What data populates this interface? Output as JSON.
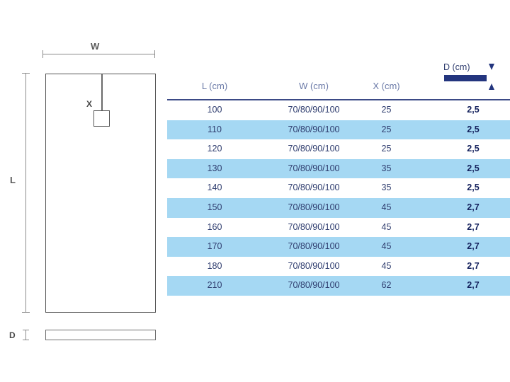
{
  "drawing": {
    "width_label": "W",
    "length_label": "L",
    "drain_label": "X",
    "depth_label": "D",
    "line_color": "#8a8a8a",
    "outline_color": "#555555"
  },
  "legend": {
    "depth_label": "D (cm)",
    "bar_color": "#23357e",
    "arrow_up_icon": "arrow-up-icon",
    "arrow_down_icon": "arrow-down-icon"
  },
  "table": {
    "header_rule_color": "#3b4a86",
    "alt_row_color": "#a5d8f3",
    "header_text_color": "#6c7ba8",
    "value_text_color": "#2e3c6e",
    "columns": [
      "L (cm)",
      "W (cm)",
      "X (cm)",
      "D (cm)"
    ],
    "rows": [
      {
        "l": "100",
        "w": "70/80/90/100",
        "x": "25",
        "d": "2,5"
      },
      {
        "l": "110",
        "w": "70/80/90/100",
        "x": "25",
        "d": "2,5"
      },
      {
        "l": "120",
        "w": "70/80/90/100",
        "x": "25",
        "d": "2,5"
      },
      {
        "l": "130",
        "w": "70/80/90/100",
        "x": "35",
        "d": "2,5"
      },
      {
        "l": "140",
        "w": "70/80/90/100",
        "x": "35",
        "d": "2,5"
      },
      {
        "l": "150",
        "w": "70/80/90/100",
        "x": "45",
        "d": "2,7"
      },
      {
        "l": "160",
        "w": "70/80/90/100",
        "x": "45",
        "d": "2,7"
      },
      {
        "l": "170",
        "w": "70/80/90/100",
        "x": "45",
        "d": "2,7"
      },
      {
        "l": "180",
        "w": "70/80/90/100",
        "x": "45",
        "d": "2,7"
      },
      {
        "l": "210",
        "w": "70/80/90/100",
        "x": "62",
        "d": "2,7"
      }
    ]
  }
}
